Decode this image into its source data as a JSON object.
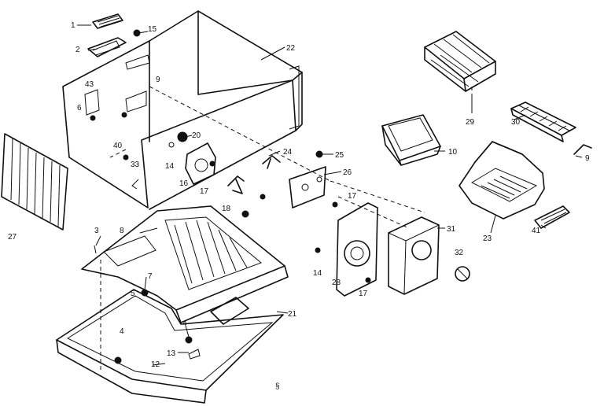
{
  "diagram": {
    "callouts": {
      "c1": "1",
      "c2": "2",
      "c3": "3",
      "c4": "4",
      "c5": "5",
      "c6": "6",
      "c7": "7",
      "c8": "8",
      "c9": "9",
      "c10": "10",
      "c12": "12",
      "c13": "13",
      "c14": "14",
      "c15": "15",
      "c16": "16",
      "c17": "17",
      "c18": "18",
      "c20": "20",
      "c21": "21",
      "c22": "22",
      "c23": "23",
      "c24": "24",
      "c25": "25",
      "c26": "26",
      "c27": "27",
      "c28": "28",
      "c29": "29",
      "c30": "30",
      "c31": "31",
      "c32": "32",
      "c33": "33",
      "c40": "40",
      "c41": "41",
      "c43": "43"
    },
    "footer_mark": "§"
  }
}
